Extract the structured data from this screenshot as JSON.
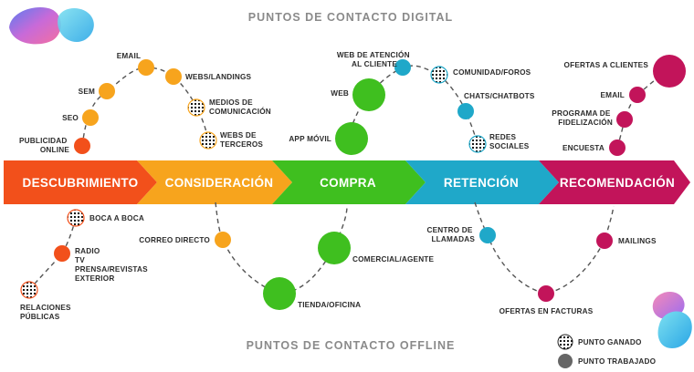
{
  "header": {
    "digital_title": "PUNTOS DE CONTACTO DIGITAL",
    "offline_title": "PUNTOS DE CONTACTO OFFLINE"
  },
  "stages": [
    {
      "label": "DESCUBRIMIENTO",
      "color": "#f2501b"
    },
    {
      "label": "CONSIDERACIÓN",
      "color": "#f7a41d"
    },
    {
      "label": "COMPRA",
      "color": "#3fbf1f"
    },
    {
      "label": "RETENCIÓN",
      "color": "#1fa8c9"
    },
    {
      "label": "RECOMENDACIÓN",
      "color": "#c2145a"
    }
  ],
  "digital_points": {
    "publicidad_online": [
      "PUBLICIDAD",
      "ONLINE"
    ],
    "seo": "SEO",
    "sem": "SEM",
    "email": "EMAIL",
    "webs_landings": "WEBS/LANDINGS",
    "medios_comunicacion": [
      "MEDIOS DE",
      "COMUNICACIÓN"
    ],
    "webs_terceros": [
      "WEBS DE",
      "TERCEROS"
    ],
    "app_movil": "APP MÓVIL",
    "web": "WEB",
    "web_atencion": [
      "WEB DE ATENCIÓN",
      "AL CLIENTE"
    ],
    "comunidad_foros": "COMUNIDAD/FOROS",
    "chats_chatbots": "CHATS/CHATBOTS",
    "redes_sociales": [
      "REDES",
      "SOCIALES"
    ],
    "ofertas_clientes": "OFERTAS A CLIENTES",
    "email_recomendacion": "EMAIL",
    "programa_fidelizacion": [
      "PROGRAMA DE",
      "FIDELIZACIÓN"
    ],
    "encuesta": "ENCUESTA"
  },
  "offline_points": {
    "boca_a_boca": "BOCA A BOCA",
    "medios_tradicionales": [
      "RADIO",
      "TV",
      "PRENSA/REVISTAS",
      "EXTERIOR"
    ],
    "relaciones_publicas": [
      "RELACIONES",
      "PÚBLICAS"
    ],
    "correo_directo": "CORREO DIRECTO",
    "tienda_oficina": "TIENDA/OFICINA",
    "comercial_agente": "COMERCIAL/AGENTE",
    "centro_llamadas": [
      "CENTRO DE",
      "LLAMADAS"
    ],
    "ofertas_facturas": "OFERTAS EN FACTURAS",
    "mailings": "MAILINGS"
  },
  "legend": {
    "ganado": "PUNTO GANADO",
    "trabajado": "PUNTO TRABAJADO"
  }
}
